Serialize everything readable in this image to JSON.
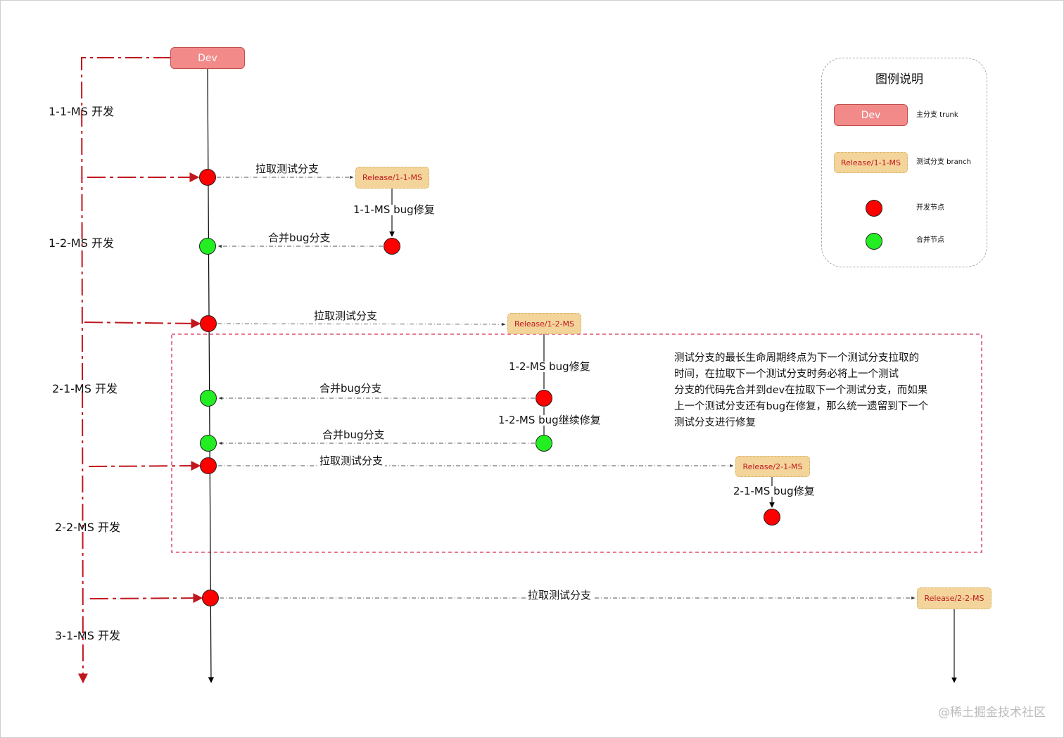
{
  "colors": {
    "trunk_red": "#c0161d",
    "dev_fill": "#f28a8a",
    "release_fill": "#f3d59b",
    "dev_node": "#ff0000",
    "merge_node": "#22ee22"
  },
  "trunk": {
    "label": "Dev"
  },
  "phases": [
    "1-1-MS 开发",
    "1-2-MS 开发",
    "2-1-MS 开发",
    "2-2-MS 开发",
    "3-1-MS 开发"
  ],
  "edges": {
    "pull": "拉取测试分支",
    "merge": "合并bug分支"
  },
  "releases": [
    "Release/1-1-MS",
    "Release/1-2-MS",
    "Release/2-1-MS",
    "Release/2-2-MS"
  ],
  "fixes": [
    "1-1-MS bug修复",
    "1-2-MS bug修复",
    "1-2-MS bug继续修复",
    "2-1-MS bug修复"
  ],
  "note": [
    "测试分支的最长生命周期终点为下一个测试分支拉取的",
    "时间，在拉取下一个测试分支时务必将上一个测试",
    "分支的代码先合并到dev在拉取下一个测试分支，而如果",
    "上一个测试分支还有bug在修复，那么统一遗留到下一个",
    "测试分支进行修复"
  ],
  "legend": {
    "title": "图例说明",
    "dev_box": "Dev",
    "dev_desc": "主分支 trunk",
    "release_box": "Release/1-1-MS",
    "release_desc": "测试分支 branch",
    "dev_node_desc": "开发节点",
    "merge_node_desc": "合并节点"
  },
  "watermark": "@稀土掘金技术社区"
}
